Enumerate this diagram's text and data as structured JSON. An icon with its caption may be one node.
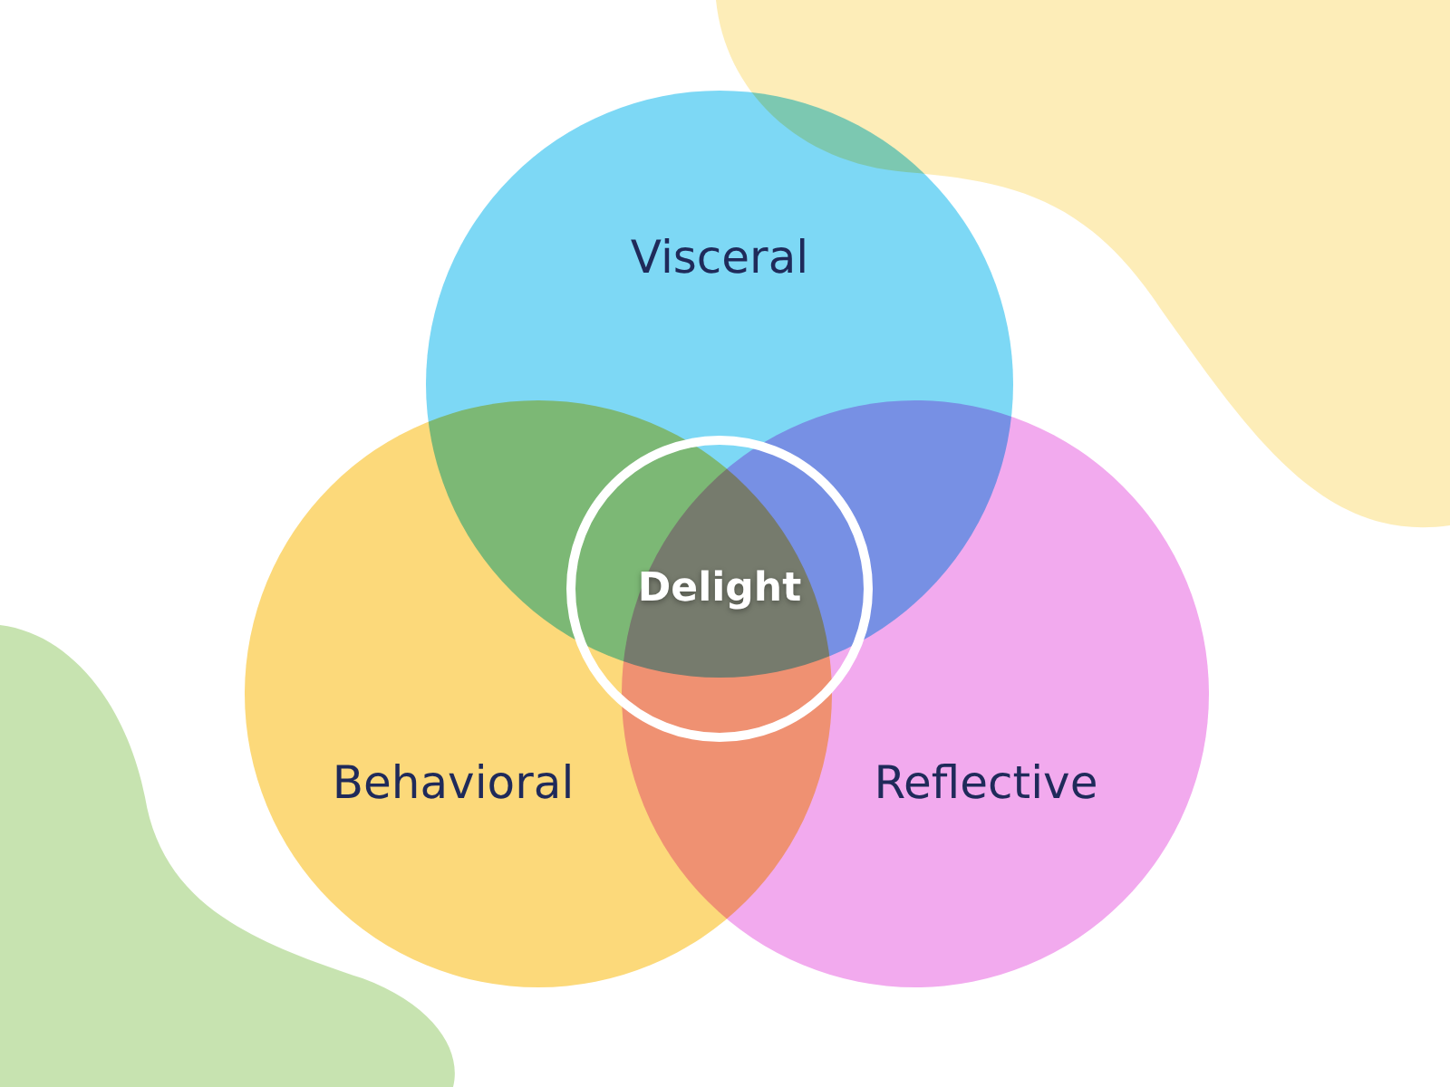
{
  "diagram": {
    "nodes": [
      {
        "text": [
          "Visceral"
        ]
      },
      {
        "text": [
          "Behavioral"
        ]
      },
      {
        "text": [
          "Reflective"
        ]
      },
      {
        "text": [
          "Delight"
        ]
      }
    ]
  }
}
